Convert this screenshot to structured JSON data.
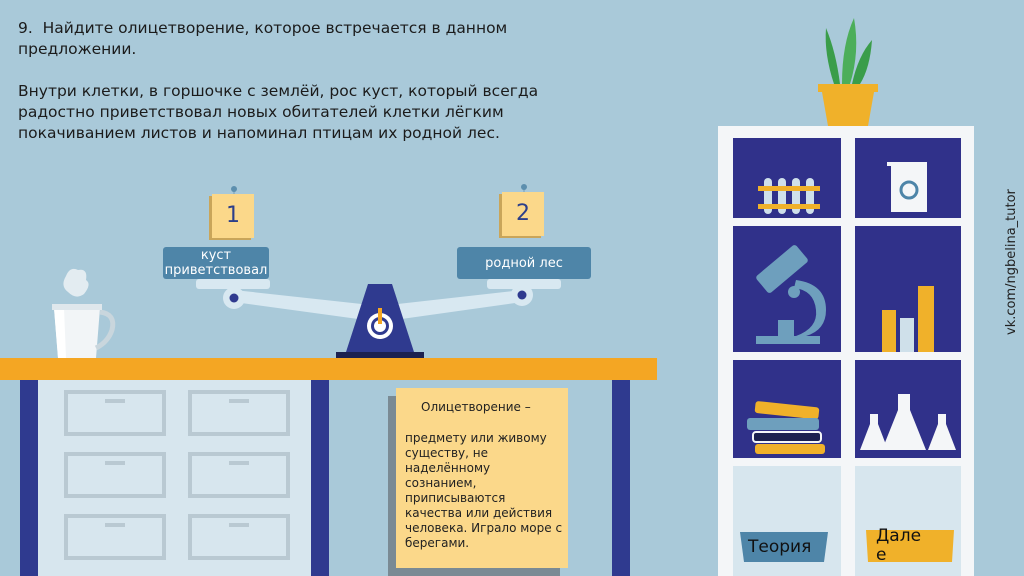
{
  "question": {
    "number": "9.",
    "prompt": "Найдите олицетворение, которое встречается в данном предложении.",
    "sentence": "Внутри клетки, в горшочке с землёй, рос куст, который всегда радостно приветствовал новых обитателей клетки лёгким покачиванием листов и напоминал птицам их родной лес."
  },
  "cards": [
    {
      "number": "1",
      "answer": "куст приветствовал"
    },
    {
      "number": "2",
      "answer": "родной лес"
    }
  ],
  "definition": {
    "title": "Олицетворение –",
    "body": "предмету или живому существу, не наделённому сознанием, приписываются качества или действия человека. Играло море с берегами."
  },
  "buttons": {
    "theory": "Теория",
    "next": "Далее"
  },
  "watermark": "vk.com/ngbelina_tutor",
  "colors": {
    "background": "#a9c9d9",
    "desk": "#f4a623",
    "navy": "#2f3a8f",
    "card": "#fbd88a",
    "answer": "#4e85a8"
  }
}
